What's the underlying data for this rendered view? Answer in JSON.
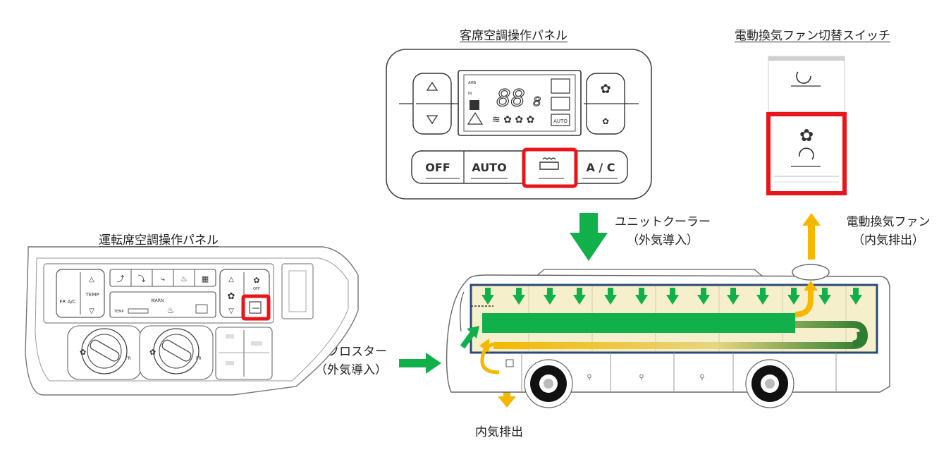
{
  "titles": {
    "passenger_panel": "客席空調操作パネル",
    "fan_switch": "電動換気ファン切替スイッチ",
    "driver_panel": "運転席空調操作パネル"
  },
  "flow_labels": {
    "unit_cooler_line1": "ユニットクーラー",
    "unit_cooler_line2": "（外気導入）",
    "fan_line1": "電動換気ファン",
    "fan_line2": "（内気排出）",
    "defroster_line1": "デフロスター",
    "defroster_line2": "（外気導入）",
    "exhaust": "内気排出"
  },
  "passenger_panel": {
    "btn_off": "OFF",
    "btn_auto": "AUTO",
    "btn_ac": "A / C",
    "display_digits": "88",
    "display_auto": "AUTO",
    "display_amb": "AMB",
    "display_in": "IN"
  },
  "driver_panel": {
    "temp": "TEMP",
    "fr_ac": "FR A/C",
    "warn": "WARN",
    "off": "OFF",
    "fr": "FR",
    "temp_small": "TEMP"
  },
  "colors": {
    "highlight": "#e8151b",
    "green_flow": "#12b04b",
    "yellow_flow": "#f5b800",
    "bus_outline": "#2b4a7a",
    "interior": "#f6efcb"
  }
}
